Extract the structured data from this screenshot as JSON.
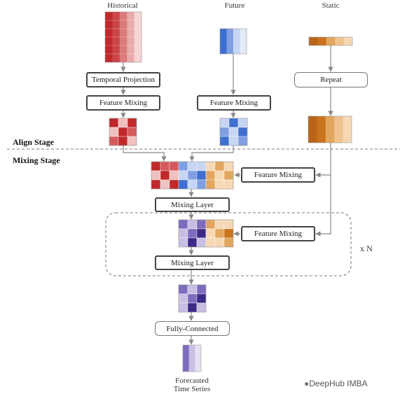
{
  "headers": {
    "historical": "Historical",
    "future": "Future",
    "static": "Static"
  },
  "stages": {
    "align": "Align Stage",
    "mixing": "Mixing Stage"
  },
  "boxes": {
    "temporal_projection": "Temporal Projection",
    "feature_mixing_hist": "Feature Mixing",
    "feature_mixing_future": "Feature Mixing",
    "repeat": "Repeat",
    "feature_mixing_static_1": "Feature Mixing",
    "mixing_layer_1": "Mixing Layer",
    "feature_mixing_static_2": "Feature Mixing",
    "mixing_layer_2": "Mixing Layer",
    "fully_connected": "Fully-Connected"
  },
  "repeat_label": "x N",
  "output": {
    "line1": "Forecasted",
    "line2": "Time Series"
  },
  "watermark": "DeepHub IMBA",
  "colors": {
    "red_dark": "#c0282a",
    "red_mid": "#d65a5c",
    "red_light": "#f0c0c0",
    "blue_dark": "#3f6fd0",
    "blue_mid": "#7e9fe2",
    "blue_light": "#c7d5f4",
    "orange_dark": "#c9741c",
    "orange_mid": "#e3a65f",
    "orange_light": "#f6d8b4",
    "purple_dark": "#3b2a86",
    "purple_mid": "#7f6bbd",
    "purple_light": "#c9bfe3",
    "arrow": "#888888"
  }
}
